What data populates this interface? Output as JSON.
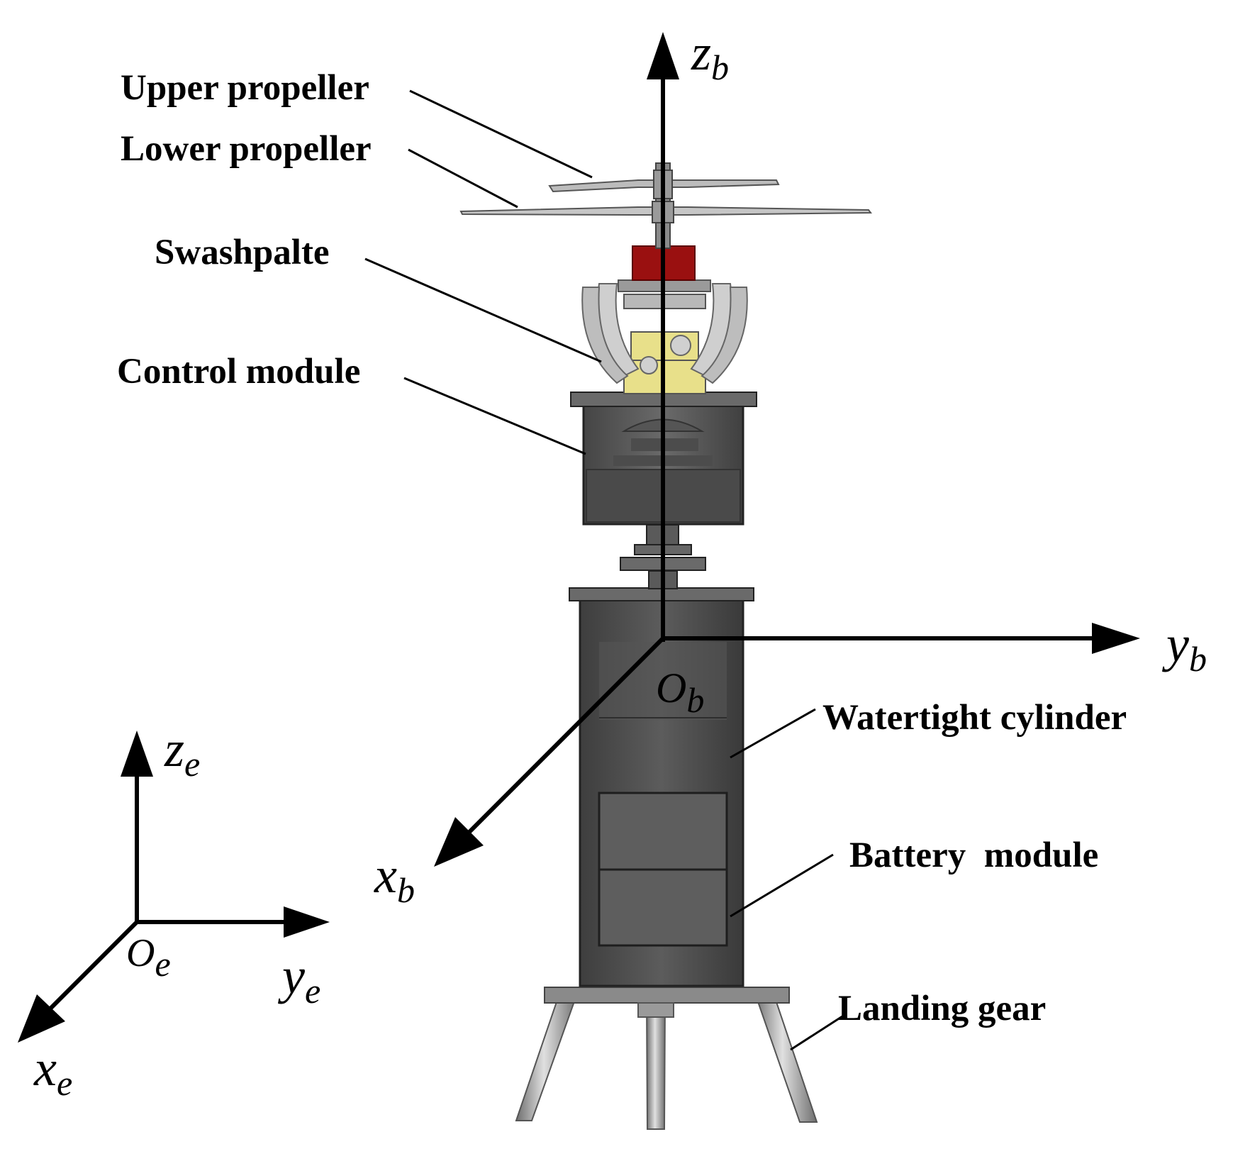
{
  "labels": {
    "upper_propeller": "Upper propeller",
    "lower_propeller": "Lower propeller",
    "swashplate": "Swashpalte",
    "control_module": "Control module",
    "watertight_cylinder": "Watertight cylinder",
    "battery_module": "Battery  module",
    "landing_gear": "Landing gear"
  },
  "body_frame": {
    "z_axis": "z",
    "z_sub": "b",
    "y_axis": "y",
    "y_sub": "b",
    "x_axis": "x",
    "x_sub": "b",
    "origin": "O",
    "origin_sub": "b"
  },
  "earth_frame": {
    "z_axis": "z",
    "z_sub": "e",
    "y_axis": "y",
    "y_sub": "e",
    "x_axis": "x",
    "x_sub": "e",
    "origin": "O",
    "origin_sub": "e"
  },
  "colors": {
    "hub_red": "#9a1010",
    "body_dark": "#4a4a4a",
    "body_mid": "#5a5a5a",
    "yellow": "#e8e08a",
    "metal": "#c8c8c8"
  }
}
